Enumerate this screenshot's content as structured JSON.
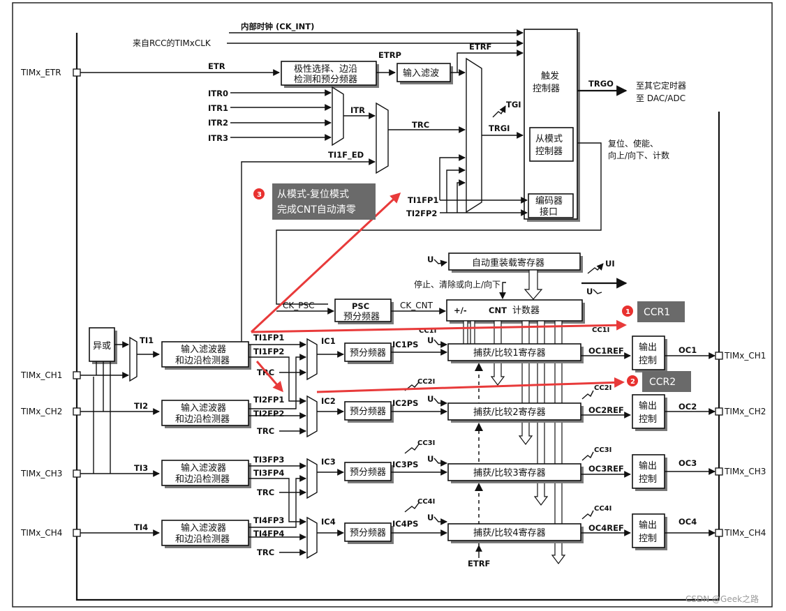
{
  "labels": {
    "ck_int": "内部时钟 (CK_INT)",
    "timxclk": "来自RCC的TIMxCLK",
    "timx_etr": "TIMx_ETR",
    "etr": "ETR",
    "etrp": "ETRP",
    "etrf_top": "ETRF",
    "etrf_bottom": "ETRF",
    "itr0": "ITR0",
    "itr1": "ITR1",
    "itr2": "ITR2",
    "itr3": "ITR3",
    "itr": "ITR",
    "ti1f_ed": "TI1F_ED",
    "trc": "TRC",
    "tgi": "TGI",
    "trgi": "TRGI",
    "trgo": "TRGO",
    "ti1fp1_enc": "TI1FP1",
    "ti2fp2_enc": "TI2FP2",
    "reset_enable_1": "复位、使能、",
    "reset_enable_2": "向上/向下、计数",
    "to_other_1": "至其它定时器",
    "to_other_2": "至 DAC/ADC",
    "u_auto": "U",
    "ui": "UI",
    "u_int": "U",
    "stop_clear": "停止、清除或向上/向下",
    "ck_psc": "CK_PSC",
    "ck_cnt": "CK_CNT",
    "plus_minus": "+/-",
    "xor": "异或",
    "ti1": "TI1",
    "ti2": "TI2",
    "ti3": "TI3",
    "ti4": "TI4",
    "ti1fp1": "TI1FP1",
    "ti1fp2": "TI1FP2",
    "trc1": "TRC",
    "ti2fp1": "TI2FP1",
    "ti2fp2": "TI2FP2",
    "trc2": "TRC",
    "ti3fp3": "TI3FP3",
    "ti3fp4": "TI3FP4",
    "trc3": "TRC",
    "ti4fp3": "TI4FP3",
    "ti4fp4": "TI4FP4",
    "trc4": "TRC",
    "ic1": "IC1",
    "ic2": "IC2",
    "ic3": "IC3",
    "ic4": "IC4",
    "ic1ps": "IC1PS",
    "ic2ps": "IC2PS",
    "ic3ps": "IC3PS",
    "ic4ps": "IC4PS",
    "cc1i_in": "CC1I",
    "cc2i_in": "CC2I",
    "cc3i_in": "CC3I",
    "cc4i_in": "CC4I",
    "cc1i_out": "CC1I",
    "cc2i_out": "CC2I",
    "cc3i_out": "CC3I",
    "cc4i_out": "CC4I",
    "u1": "U",
    "u2": "U",
    "u3": "U",
    "u4": "U",
    "oc1ref": "OC1REF",
    "oc2ref": "OC2REF",
    "oc3ref": "OC3REF",
    "oc4ref": "OC4REF",
    "oc1": "OC1",
    "oc2": "OC2",
    "oc3": "OC3",
    "oc4": "OC4",
    "ch1_in": "TIMx_CH1",
    "ch2_in": "TIMx_CH2",
    "ch3_in": "TIMx_CH3",
    "ch4_in": "TIMx_CH4",
    "ch1_out": "TIMx_CH1",
    "ch2_out": "TIMx_CH2",
    "ch3_out": "TIMx_CH3",
    "ch4_out": "TIMx_CH4"
  },
  "boxes": {
    "polarity_1": "极性选择、边沿",
    "polarity_2": "检测和预分频器",
    "input_filter": "输入滤波",
    "trigger_1": "触发",
    "trigger_2": "控制器",
    "slave_1": "从模式",
    "slave_2": "控制器",
    "encoder_1": "编码器",
    "encoder_2": "接口",
    "auto_reload": "自动重装载寄存器",
    "psc_1": "PSC",
    "psc_2": "预分频器",
    "cnt_name": "CNT",
    "cnt_suffix": "计数器",
    "filter_a": "输入滤波器",
    "filter_b": "和边沿检测器",
    "prescaler": "预分频器",
    "cc1": "捕获/比较1寄存器",
    "cc2": "捕获/比较2寄存器",
    "cc3": "捕获/比较3寄存器",
    "cc4": "捕获/比较4寄存器",
    "out_a": "输出",
    "out_b": "控制"
  },
  "callouts": {
    "c3_num": "3",
    "c3_line1": "从模式-复位模式",
    "c3_line2": "完成CNT自动清零",
    "c1_num": "1",
    "c1_text": "CCR1",
    "c2_num": "2",
    "c2_text": "CCR2"
  },
  "watermark": "CSDN @Geek之路",
  "colors": {
    "accent": "#e83a3a",
    "callout_bg": "#6a6a6a"
  }
}
